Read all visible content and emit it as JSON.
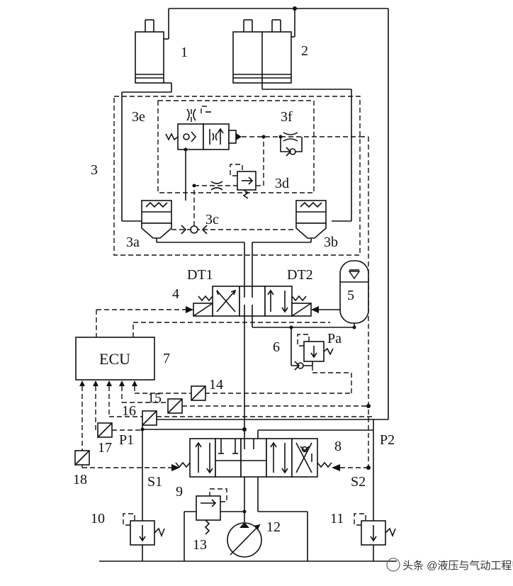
{
  "labels": {
    "c1": "1",
    "c2": "2",
    "g3": "3",
    "e3": "3e",
    "f3": "3f",
    "d3": "3d",
    "c3": "3c",
    "a3": "3a",
    "b3": "3b",
    "dt1": "DT1",
    "dt2": "DT2",
    "v4": "4",
    "acc5": "5",
    "v6": "6",
    "pa": "Pa",
    "ecu": "ECU",
    "n7": "7",
    "v8": "8",
    "v9": "9",
    "v10": "10",
    "v11": "11",
    "v12": "12",
    "v13": "13",
    "s14": "14",
    "s15": "15",
    "s16": "16",
    "s17": "17",
    "s18": "18",
    "p1": "P1",
    "p2": "P2",
    "s1": "S1",
    "s2": "S2"
  },
  "watermark": "头条 @液压与气动工程师",
  "colors": {
    "line": "#111111",
    "background": "#ffffff"
  }
}
